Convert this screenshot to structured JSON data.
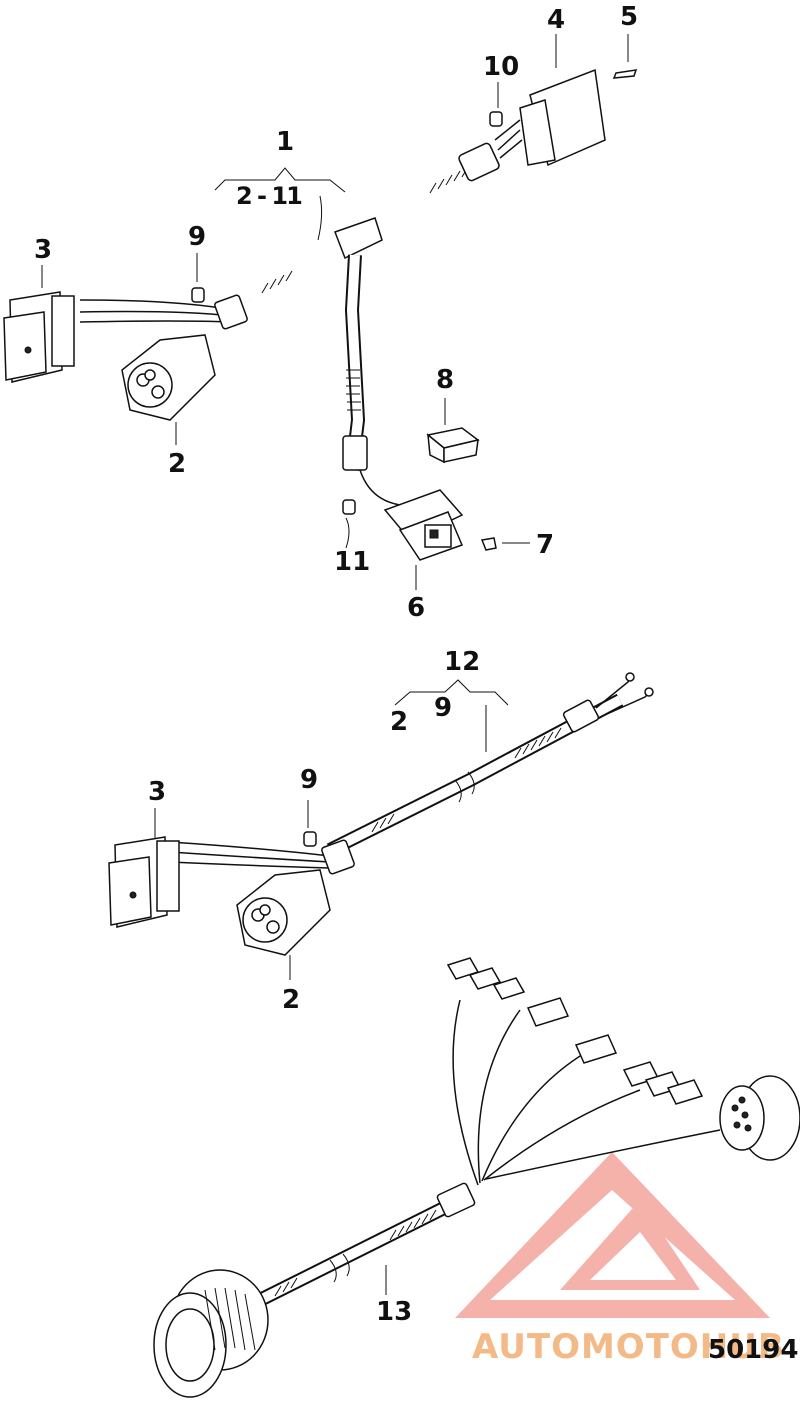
{
  "callouts": {
    "c1": "1",
    "c1_range": "2 - 11",
    "c2a": "2",
    "c3a": "3",
    "c4": "4",
    "c5": "5",
    "c6": "6",
    "c7": "7",
    "c8": "8",
    "c9a": "9",
    "c10": "10",
    "c11": "11",
    "c12": "12",
    "c12_left": "2",
    "c12_right": "9",
    "c3b": "3",
    "c9b": "9",
    "c2b": "2",
    "c13": "13"
  },
  "figure_number": "50194",
  "watermark": {
    "text": "AUTOMOTOHUB",
    "color": "#f08f86",
    "text_color": "#f2b27a"
  }
}
